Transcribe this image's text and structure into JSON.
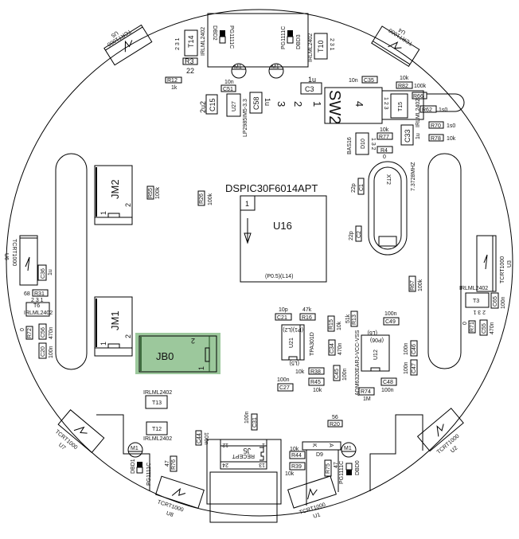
{
  "board": {
    "highlight_color": "#9cc89c",
    "outline_color": "#000000"
  },
  "labels": {
    "dbd2": "DBD2",
    "dbd3": "DBD3",
    "dbd0": "DBD0",
    "dbd1": "DBD1",
    "pg1111c": "PG1111C",
    "anode": "A",
    "m1": "M1",
    "t14": "T14",
    "t10": "T10",
    "t15": "T15",
    "t13": "T13",
    "t12": "T12",
    "t6": "T6",
    "t3": "T3",
    "irlml2402": "IRLML2402",
    "pins_231": "2 3 1",
    "pins_132": "1 3 2",
    "pins_123": "1 2 3",
    "r3": "R3",
    "r3_val": "22",
    "r12": "R12",
    "r12_val": "1k",
    "c51": "C51",
    "c51_val": "10n",
    "c15": "C15",
    "c15_val": "2u2",
    "u27": "U27",
    "u27_part": "LP2985IM5-3.3",
    "c58": "C58",
    "c58_val": "1u",
    "sw2": "SW2",
    "sw_pin1": "1",
    "sw_pin2": "2",
    "sw_pin3": "3",
    "sw_pin4": "4",
    "c3": "C3",
    "c3_val": "1u",
    "c35": "C35",
    "c35_val": "10n",
    "r82": "R82",
    "r82_val": "10k",
    "r82_val2": "100k",
    "r66": "R66",
    "r62": "R62",
    "r62_val": "1s0",
    "r70": "R70",
    "r70_val": "1s0",
    "r78": "R78",
    "r78_val": "10k",
    "c33": "C33",
    "c33_val": "1u",
    "r77": "R77",
    "r77_val": "10k",
    "r4": "R4",
    "r4_val": "0",
    "d10": "D10",
    "d10_part": "BAS16",
    "xt2": "XT2",
    "xt2_freq": "7.3728MHZ",
    "c1": "C1",
    "c1_val": "22p",
    "c2": "C2",
    "c2_val": "22p",
    "mcu_part": "DSPIC30F6014APT",
    "u16": "U16",
    "u16_pin1": "1",
    "u16_pkg": "(P0.5)(L14)",
    "r55": "R55",
    "r55_val": "100k",
    "r26": "R26",
    "r26_val": "100k",
    "jm2": "JM2",
    "jm1": "JM1",
    "jb0": "JB0",
    "pin1": "1",
    "pin2": "2",
    "tcrt": "TCRT1000",
    "u5": "U5",
    "u4": "U4",
    "u3": "U3",
    "u6": "U6",
    "u7": "U7",
    "u2": "U2",
    "u8": "U8",
    "u1": "U1",
    "c36": "C36",
    "c36_val": "1u",
    "r31": "R31",
    "r31_val": "68",
    "r72": "R72",
    "r72_val": "0",
    "c56": "C56",
    "c56_val": "470n",
    "c20": "C20",
    "c20_val": "100n",
    "r67": "R67",
    "r67_val": "100k",
    "c65": "C65",
    "c65_val": "100n",
    "r71": "R71",
    "r71_val": "0",
    "c55": "C55",
    "c55_val": "470n",
    "c21": "C21",
    "c21_val": "10p",
    "r16": "R16",
    "r16_val": "47k",
    "u21": "U21",
    "u21_pkg_top": "(P1)(L2)",
    "u21_pkg_bot": "(L5)",
    "u21_part": "TPA301D",
    "r15": "R15",
    "r15_val": "10k",
    "c34": "C34",
    "c34_val": "470n",
    "r13": "R13",
    "r13_val": "51k",
    "c49": "C49",
    "c49_val": "100n",
    "u12": "U12",
    "u12_part": "ADM6320EARJ-VCC-VSS",
    "u12_pkg": "(P06)",
    "u12_pkg2": "(L6)",
    "c46": "C46",
    "c46_val": "100n",
    "c47": "C47",
    "c47_val": "100n",
    "c45": "C45",
    "c45_val": "100n",
    "r38": "R38",
    "r38_val": "10k",
    "r45": "R45",
    "r45_val": "10k",
    "c27": "C27",
    "c27_val": "100n",
    "r74": "R74",
    "r74_val": "1M",
    "c48": "C48",
    "c48_val": "100n",
    "c44": "C44",
    "c44_val": "100n",
    "c31": "C31",
    "c31_val": "100n",
    "j5": "J5",
    "j5_part": "RECEPT",
    "j5_p12": "12",
    "j5_p1": "1",
    "j5_p24": "24",
    "j5_p13": "13",
    "r20": "R20",
    "r20_val": "56",
    "d9": "D9",
    "d9_k": "K",
    "d9_a": "A",
    "r44": "R44",
    "r44_val": "10k",
    "r39": "R39",
    "r39_val": "10k",
    "r75": "R75",
    "r75_val": "47",
    "r76": "R76",
    "r76_val": "47"
  }
}
